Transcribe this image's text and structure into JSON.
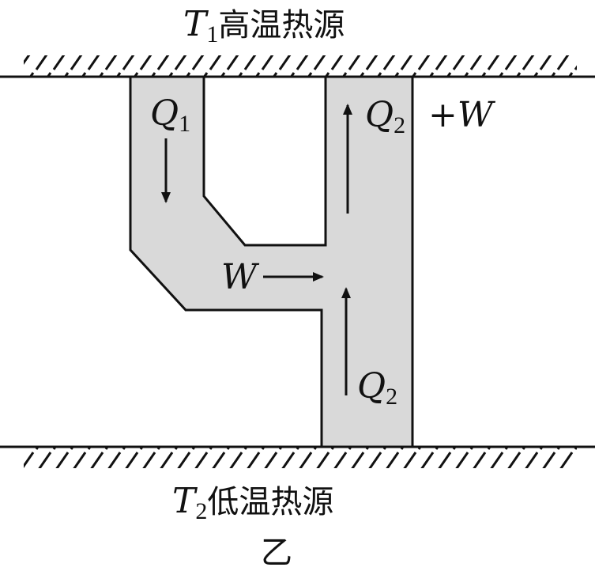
{
  "top_reservoir": {
    "symbol": "T",
    "sub": "1",
    "label": "高温热源"
  },
  "bottom_reservoir": {
    "symbol": "T",
    "sub": "2",
    "label": "低温热源"
  },
  "caption": "乙",
  "flows": {
    "q1": {
      "symbol": "Q",
      "sub": "1"
    },
    "q2_top": {
      "symbol": "Q",
      "sub": "2",
      "extra": "+W"
    },
    "w": {
      "symbol": "W"
    },
    "q2_bottom": {
      "symbol": "Q",
      "sub": "2"
    }
  },
  "colors": {
    "flow_fill": "#d9d9d9",
    "stroke": "#111111"
  }
}
